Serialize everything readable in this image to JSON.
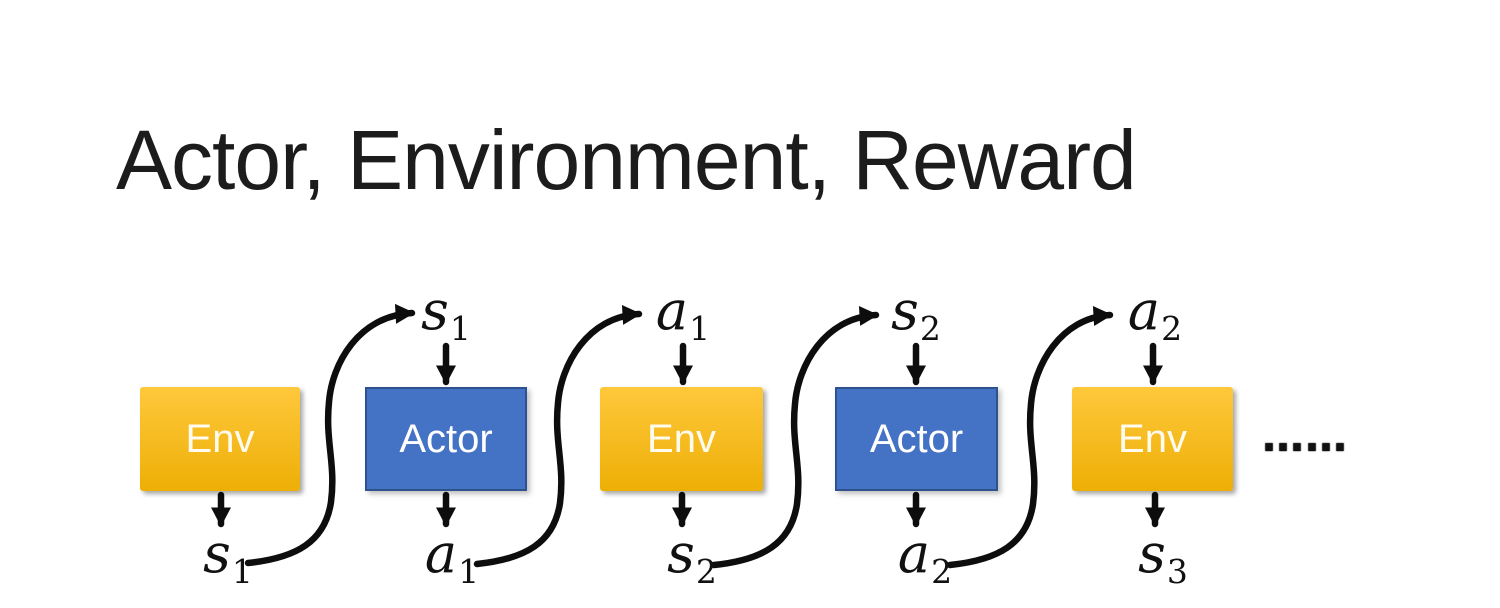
{
  "title": "Actor, Environment, Reward",
  "colors": {
    "title_text": "#1c1c1c",
    "env_gradient_top": "#ffc83c",
    "env_gradient_bottom": "#edaf06",
    "env_text": "#fffbef",
    "actor_fill": "#4472c4",
    "actor_border": "#2f528f",
    "actor_text": "#ffffff",
    "arrow": "#0d0d0d"
  },
  "diagram": {
    "boxes": [
      {
        "label": "Env",
        "type": "env"
      },
      {
        "label": "Actor",
        "type": "actor"
      },
      {
        "label": "Env",
        "type": "env"
      },
      {
        "label": "Actor",
        "type": "actor"
      },
      {
        "label": "Env",
        "type": "env"
      }
    ],
    "top_labels": [
      {
        "base": "s",
        "sub": "1"
      },
      {
        "base": "a",
        "sub": "1"
      },
      {
        "base": "s",
        "sub": "2"
      },
      {
        "base": "a",
        "sub": "2"
      }
    ],
    "bottom_labels": [
      {
        "base": "s",
        "sub": "1"
      },
      {
        "base": "a",
        "sub": "1"
      },
      {
        "base": "s",
        "sub": "2"
      },
      {
        "base": "a",
        "sub": "2"
      },
      {
        "base": "s",
        "sub": "3"
      }
    ],
    "ellipsis": "……"
  }
}
